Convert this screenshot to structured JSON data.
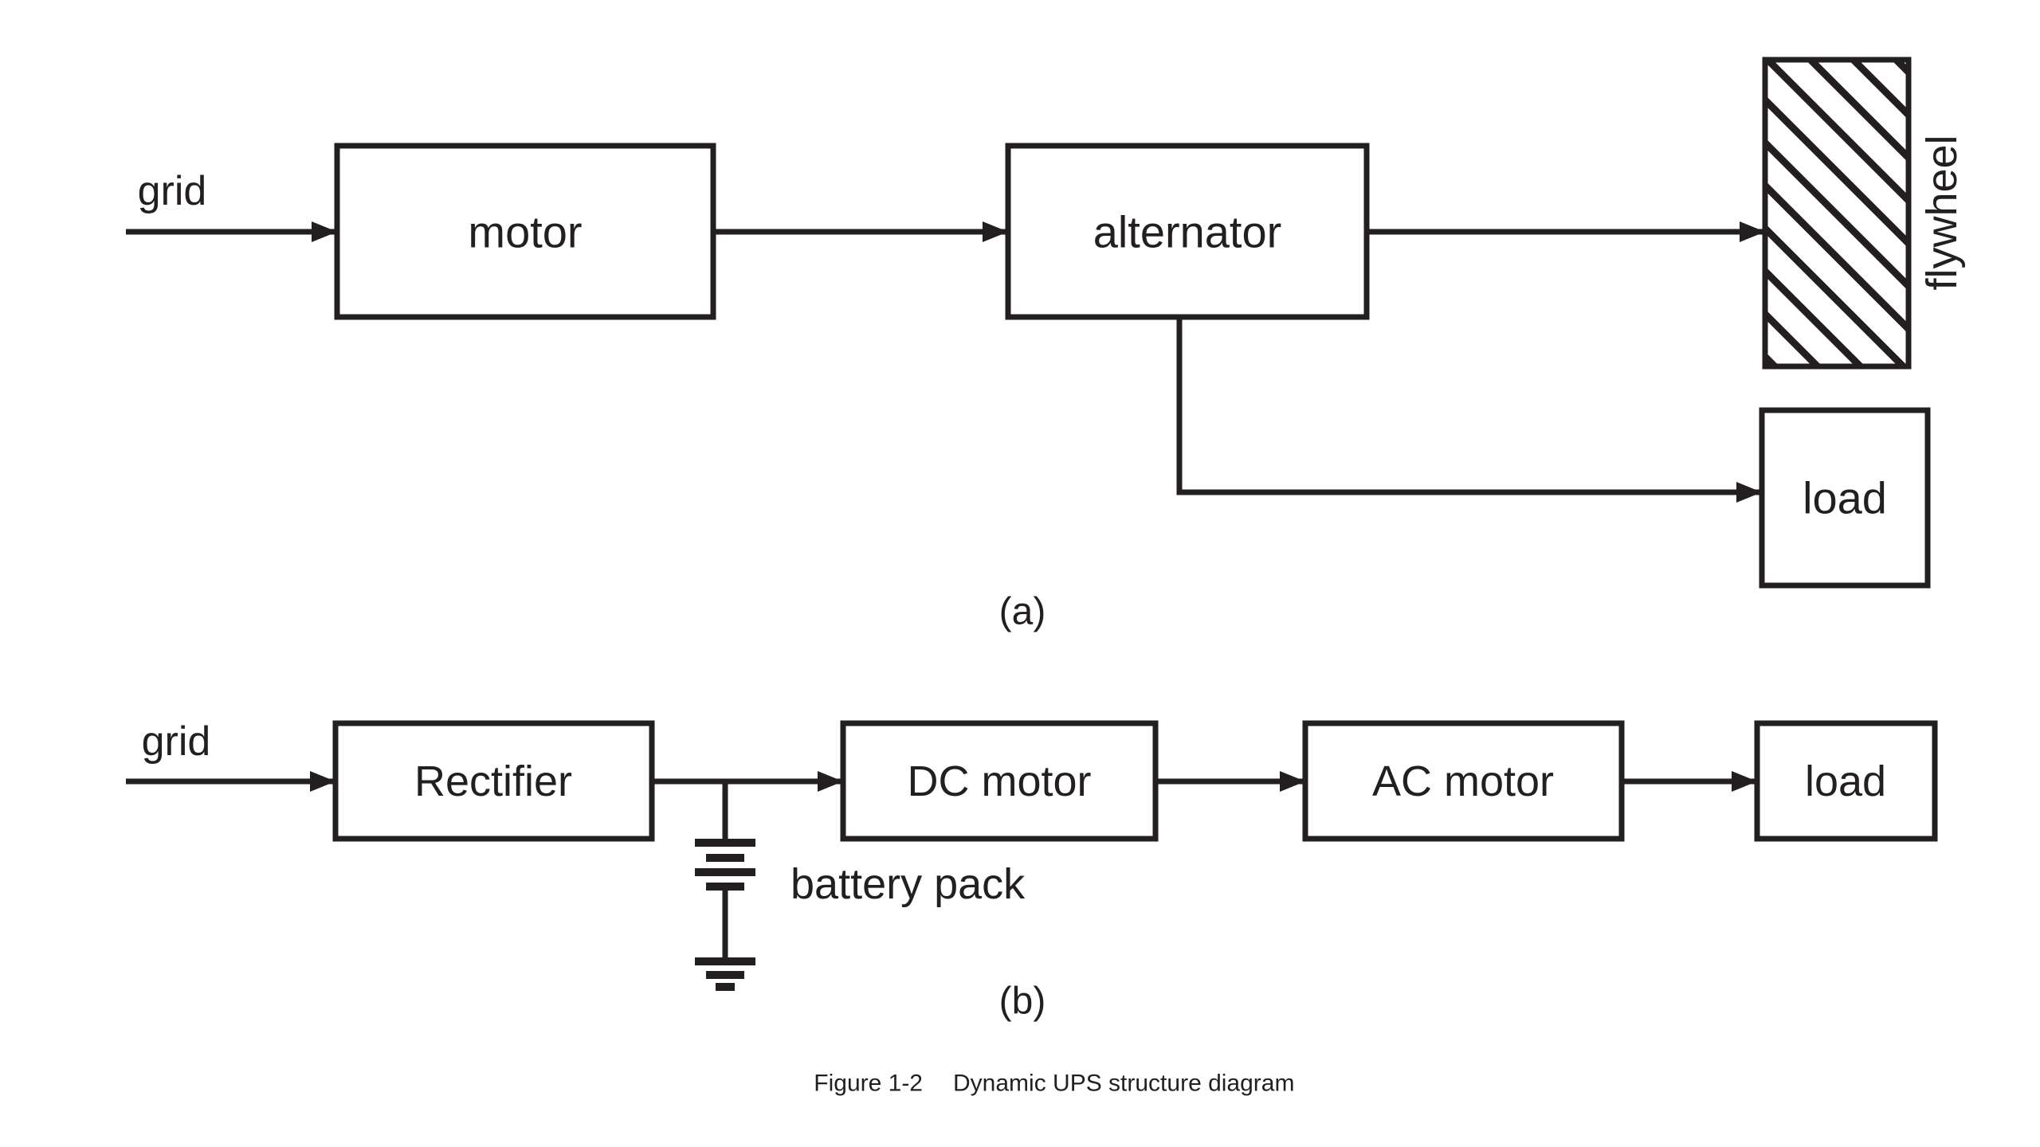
{
  "page": {
    "background_color": "#ffffff",
    "ink_color": "#231f20"
  },
  "section_a": {
    "label": "(a)",
    "grid_label": "grid",
    "motor_label": "motor",
    "alternator_label": "alternator",
    "flywheel_label": "flywheel",
    "load_label": "load"
  },
  "section_b": {
    "label": "(b)",
    "grid_label": "grid",
    "rectifier_label": "Rectifier",
    "dc_motor_label": "DC motor",
    "ac_motor_label": "AC motor",
    "load_label": "load",
    "battery_label": "battery pack"
  },
  "caption": {
    "figure_number": "Figure 1-2",
    "title": "Dynamic UPS structure diagram"
  }
}
